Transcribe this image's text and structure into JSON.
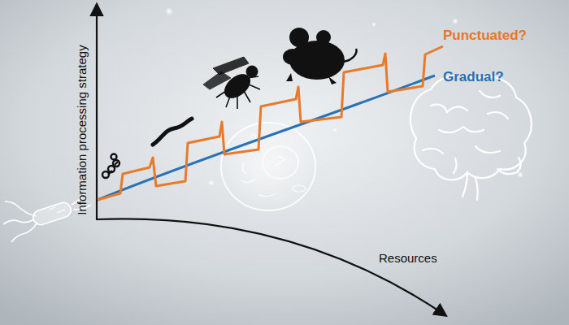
{
  "diagram": {
    "labels": [
      "Punctuated?",
      "Gradual?",
      "Information processing strategy",
      "Resources"
    ]
  }
}
